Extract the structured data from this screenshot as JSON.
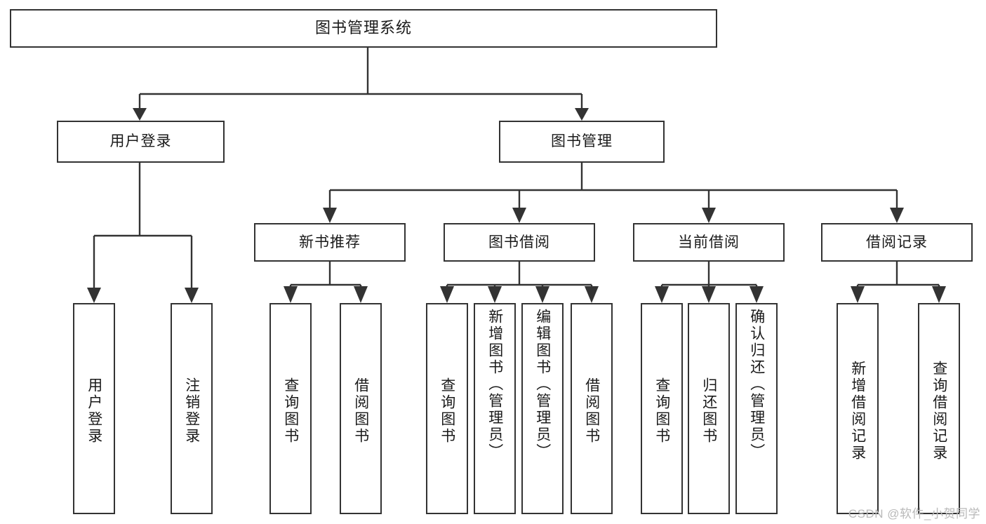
{
  "diagram": {
    "type": "tree",
    "title": "图书管理系统",
    "watermark": "CSDN @软件_小贺同学",
    "colors": {
      "background": "#ffffff",
      "node_fill": "#ffffff",
      "node_border": "#333333",
      "text": "#1a1a1a",
      "connector": "#333333",
      "watermark": "#b9b9b9"
    },
    "root": {
      "label": "图书管理系统"
    },
    "level2": [
      {
        "label": "用户登录"
      },
      {
        "label": "图书管理"
      }
    ],
    "level3": [
      {
        "label": "新书推荐"
      },
      {
        "label": "图书借阅"
      },
      {
        "label": "当前借阅"
      },
      {
        "label": "借阅记录"
      }
    ],
    "leaves": {
      "user_login": [
        {
          "label": "用户登录"
        },
        {
          "label": "注销登录"
        }
      ],
      "new_book_recommend": [
        {
          "label": "查询图书"
        },
        {
          "label": "借阅图书"
        }
      ],
      "book_borrow": [
        {
          "label": "查询图书"
        },
        {
          "label": "新增图书（管理员）"
        },
        {
          "label": "编辑图书（管理员）"
        },
        {
          "label": "借阅图书"
        }
      ],
      "current_borrow": [
        {
          "label": "查询图书"
        },
        {
          "label": "归还图书"
        },
        {
          "label": "确认归还（管理员）"
        }
      ],
      "borrow_records": [
        {
          "label": "新增借阅记录"
        },
        {
          "label": "查询借阅记录"
        }
      ]
    }
  }
}
